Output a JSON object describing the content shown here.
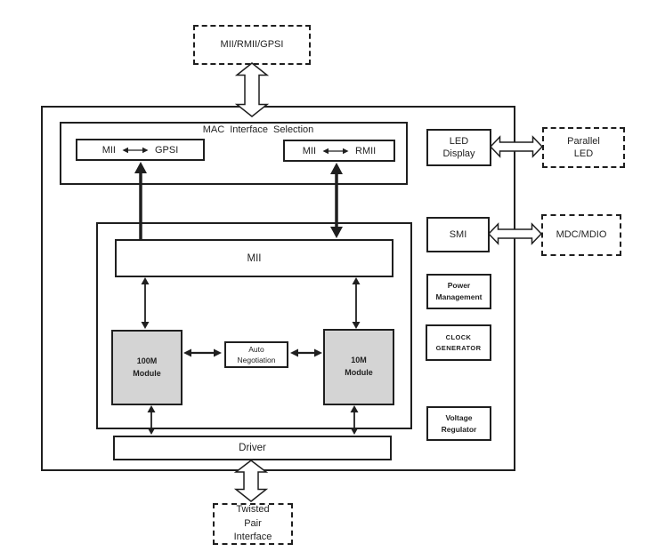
{
  "colors": {
    "line": "#1f1f1f",
    "module_fill": "#d4d4d4",
    "background": "#ffffff"
  },
  "external": {
    "mac_bus": "MII/RMII/GPSI",
    "parallel_led": "Parallel\nLED",
    "mdc_mdio": "MDC/MDIO",
    "twisted_pair": "Twisted\nPair\nInterface"
  },
  "mac_selection": {
    "title": "MAC Interface Selection",
    "gpsi_left": "MII",
    "gpsi_right": "GPSI",
    "rmii_left": "MII",
    "rmii_right": "RMII"
  },
  "core": {
    "mii": "MII",
    "module_100m": "100M\nModule",
    "auto_negotiation": "Auto\nNegotiation",
    "module_10m": "10M\nModule",
    "driver": "Driver"
  },
  "management": {
    "led_display": "LED\nDisplay",
    "smi": "SMI",
    "power": "Power\nManagement",
    "clock": "CLOCK\nGENERATOR",
    "voltage": "Voltage\nRegulator"
  }
}
